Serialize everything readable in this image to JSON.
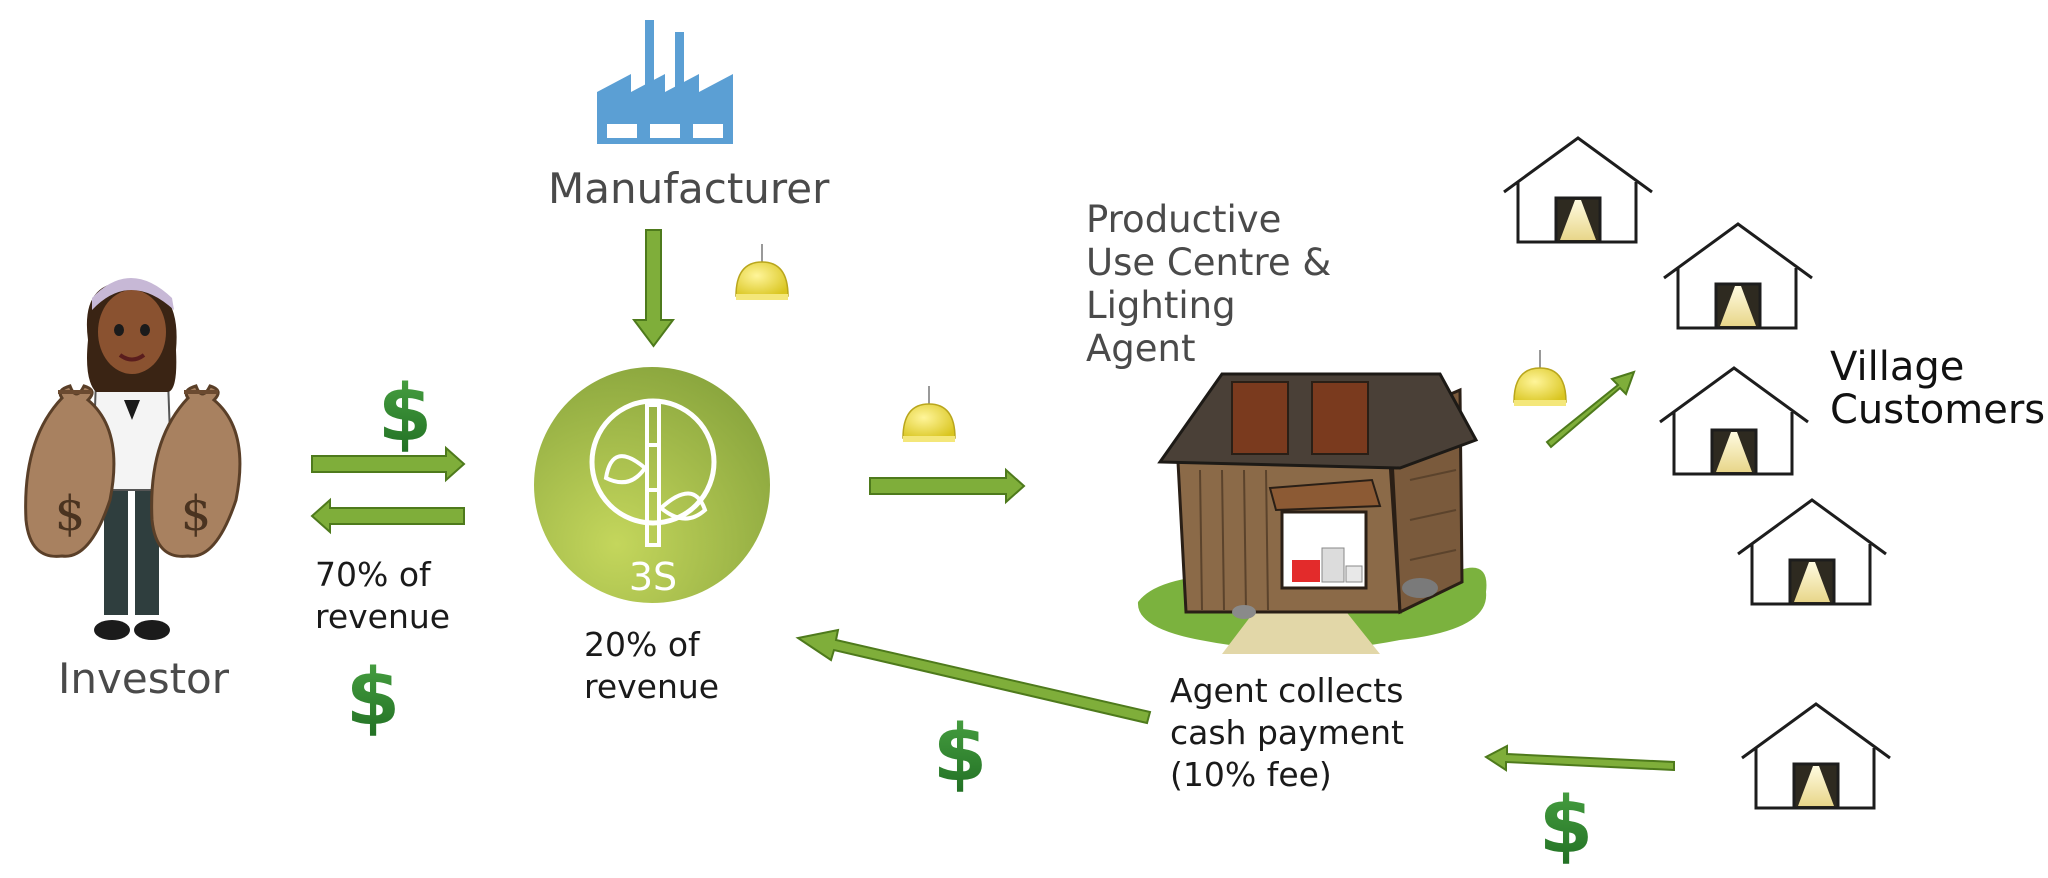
{
  "labels": {
    "manufacturer": "Manufacturer",
    "investor": "Investor",
    "productive_use": "Productive\nUse Centre &\nLighting\nAgent",
    "village_customers": "Village\nCustomers",
    "investor_share": "70% of\nrevenue",
    "company_share": "20% of\nrevenue",
    "agent_note": "Agent collects\ncash payment\n(10% fee)",
    "logo_text": "3S"
  },
  "symbols": {
    "currency": "$"
  },
  "colors": {
    "arrow_green": "#7fae3a",
    "arrow_outline": "#4e7a1c",
    "dollar_green": "#2f8a2a",
    "logo_green": "#a7c24a",
    "factory_blue": "#5b9fd4",
    "lamp_yellow": "#e8d335",
    "house_door": "#2e2a20",
    "light_cone": "#f4e8a8"
  },
  "icons": [
    "factory-icon",
    "investor-figure",
    "money-bag-icon",
    "dollar-icon",
    "logo-3s",
    "lamp-icon",
    "shop-illustration",
    "house-icon"
  ]
}
